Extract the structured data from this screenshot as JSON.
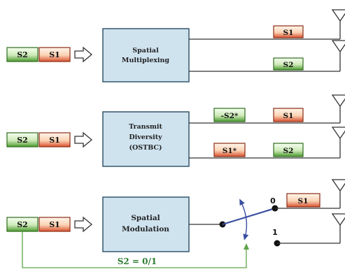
{
  "colors": {
    "green_symbol": "#4a9a2e",
    "red_symbol": "#d8502e",
    "block_fill": "#cfe3ef",
    "block_border": "#35566b",
    "line": "#333333",
    "switch": "#3a4fa0",
    "feedback": "#5ca447"
  },
  "icons": [
    "antenna-icon",
    "hollow-arrow-icon",
    "switch-node-icon"
  ],
  "rows": [
    {
      "inputs": [
        "S2",
        "S1"
      ],
      "block_lines": [
        "Spatial",
        "Multiplexing"
      ],
      "outputs": [
        {
          "label": "S1",
          "color": "red"
        },
        {
          "label": "S2",
          "color": "green"
        }
      ]
    },
    {
      "inputs": [
        "S2",
        "S1"
      ],
      "block_lines": [
        "Transmit",
        "Diversity",
        "(OSTBC)"
      ],
      "outputs": [
        {
          "label": "-S2*",
          "color": "green"
        },
        {
          "label": "S1",
          "color": "red"
        },
        {
          "label": "S1*",
          "color": "red"
        },
        {
          "label": "S2",
          "color": "green"
        }
      ]
    },
    {
      "inputs": [
        "S2",
        "S1"
      ],
      "block_lines": [
        "Spatial",
        "Modulation"
      ],
      "outputs": [
        {
          "label": "S1",
          "color": "red"
        }
      ],
      "switch_labels": [
        "0",
        "1"
      ],
      "control_label": "S2 = 0/1"
    }
  ]
}
